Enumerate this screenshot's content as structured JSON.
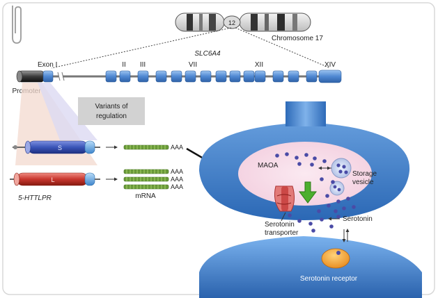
{
  "chromosome": {
    "band_label": "12",
    "label": "Chromosome 17"
  },
  "gene": {
    "name": "SLC6A4",
    "exon_first_label": "Exon I",
    "exon_labels": [
      "II",
      "III",
      "VII",
      "XII",
      "XIV"
    ],
    "promoter_label": "Promoter"
  },
  "regulation_box": {
    "line1": "Variants of",
    "line2": "regulation"
  },
  "alleles": {
    "short_label": "S",
    "long_label": "L",
    "polymorphism_label": "5-HTTLPR",
    "polya": "AAA",
    "mrna_label": "mRNA"
  },
  "synapse": {
    "maoa_label": "MAOA",
    "storage_line1": "Storage",
    "storage_line2": "vesicle",
    "transporter_line1": "Serotonin",
    "transporter_line2": "transporter",
    "serotonin_label": "Serotonin",
    "receptor_label": "Serotonin receptor"
  },
  "colors": {
    "exon_blue": "#5a8fd6",
    "short_allele": "#3a55b8",
    "long_allele": "#c8362e",
    "mrna_green": "#6a9a3a",
    "neuron_blue": "#3d7fd0",
    "arrow_green": "#4caf2e",
    "receptor_orange": "#f2a13a"
  }
}
